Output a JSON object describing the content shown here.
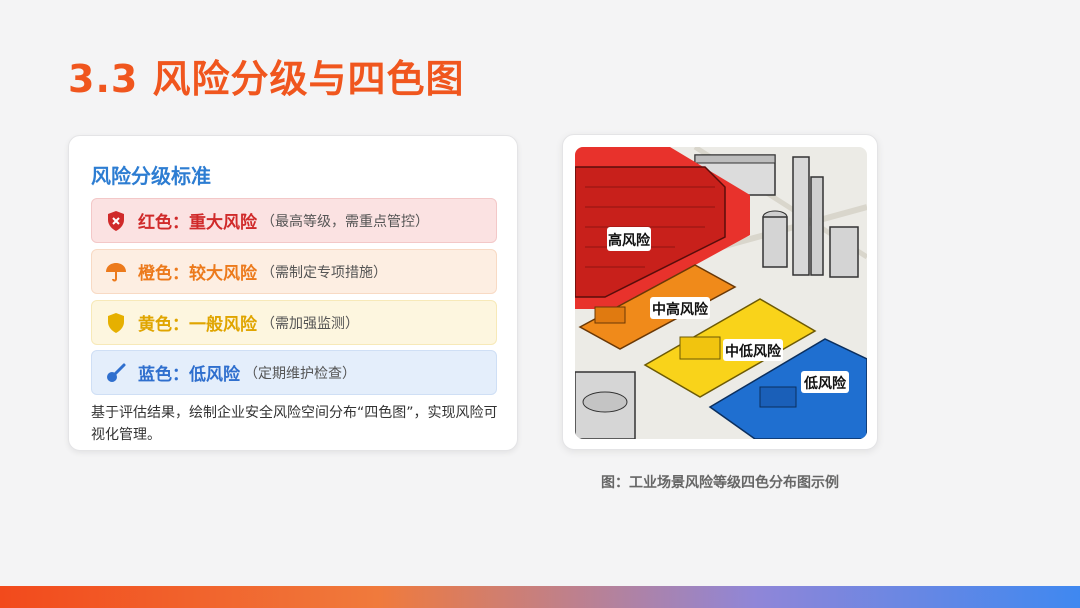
{
  "title": "3.3 风险分级与四色图",
  "card": {
    "title": "风险分级标准",
    "levels": [
      {
        "name": "红色：重大风险",
        "note": "（最高等级，需重点管控）",
        "icon": "shield-x-icon",
        "color": "#d02a2a"
      },
      {
        "name": "橙色：较大风险",
        "note": "（需制定专项措施）",
        "icon": "umbrella-icon",
        "color": "#ec7a1c"
      },
      {
        "name": "黄色：一般风险",
        "note": "（需加强监测）",
        "icon": "shield-icon",
        "color": "#e0a500"
      },
      {
        "name": "蓝色：低风险",
        "note": "（定期维护检查）",
        "icon": "wrench-icon",
        "color": "#2f6fce"
      }
    ],
    "description": "基于评估结果，绘制企业安全风险空间分布“四色图”，实现风险可视化管理。"
  },
  "figure": {
    "zones": [
      "高风险",
      "中高风险",
      "中低风险",
      "低风险"
    ],
    "caption": "图：工业场景风险等级四色分布图示例"
  }
}
